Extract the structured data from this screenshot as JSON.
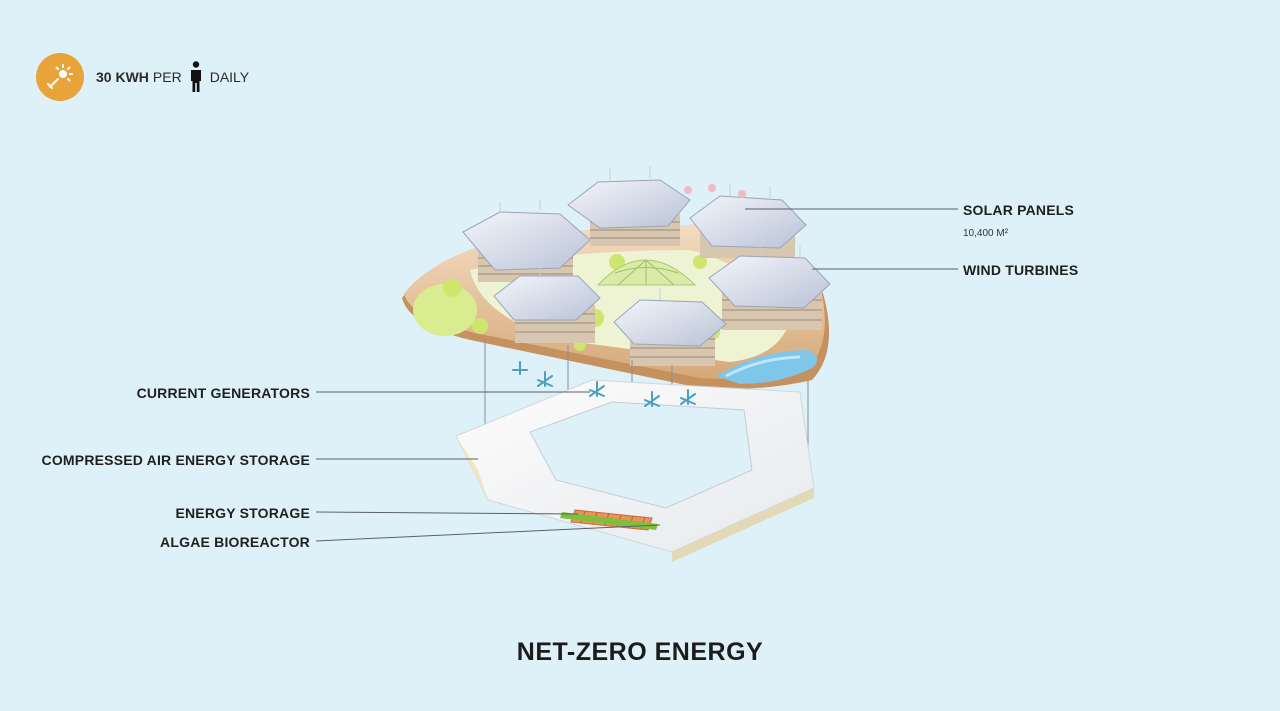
{
  "header": {
    "icon": "solar-energy-icon",
    "badge_color": "#e8a33a",
    "value": "30 KWH",
    "per": "PER",
    "person_icon": "person-icon",
    "period": "DAILY"
  },
  "labels": {
    "solar_panels": "SOLAR PANELS",
    "solar_area": "10,400 M²",
    "wind_turbines": "WIND TURBINES",
    "current_generators": "CURRENT GENERATORS",
    "compressed_air": "COMPRESSED AIR ENERGY STORAGE",
    "energy_storage": "ENERGY STORAGE",
    "algae_bioreactor": "ALGAE BIOREACTOR"
  },
  "title": "NET-ZERO ENERGY"
}
